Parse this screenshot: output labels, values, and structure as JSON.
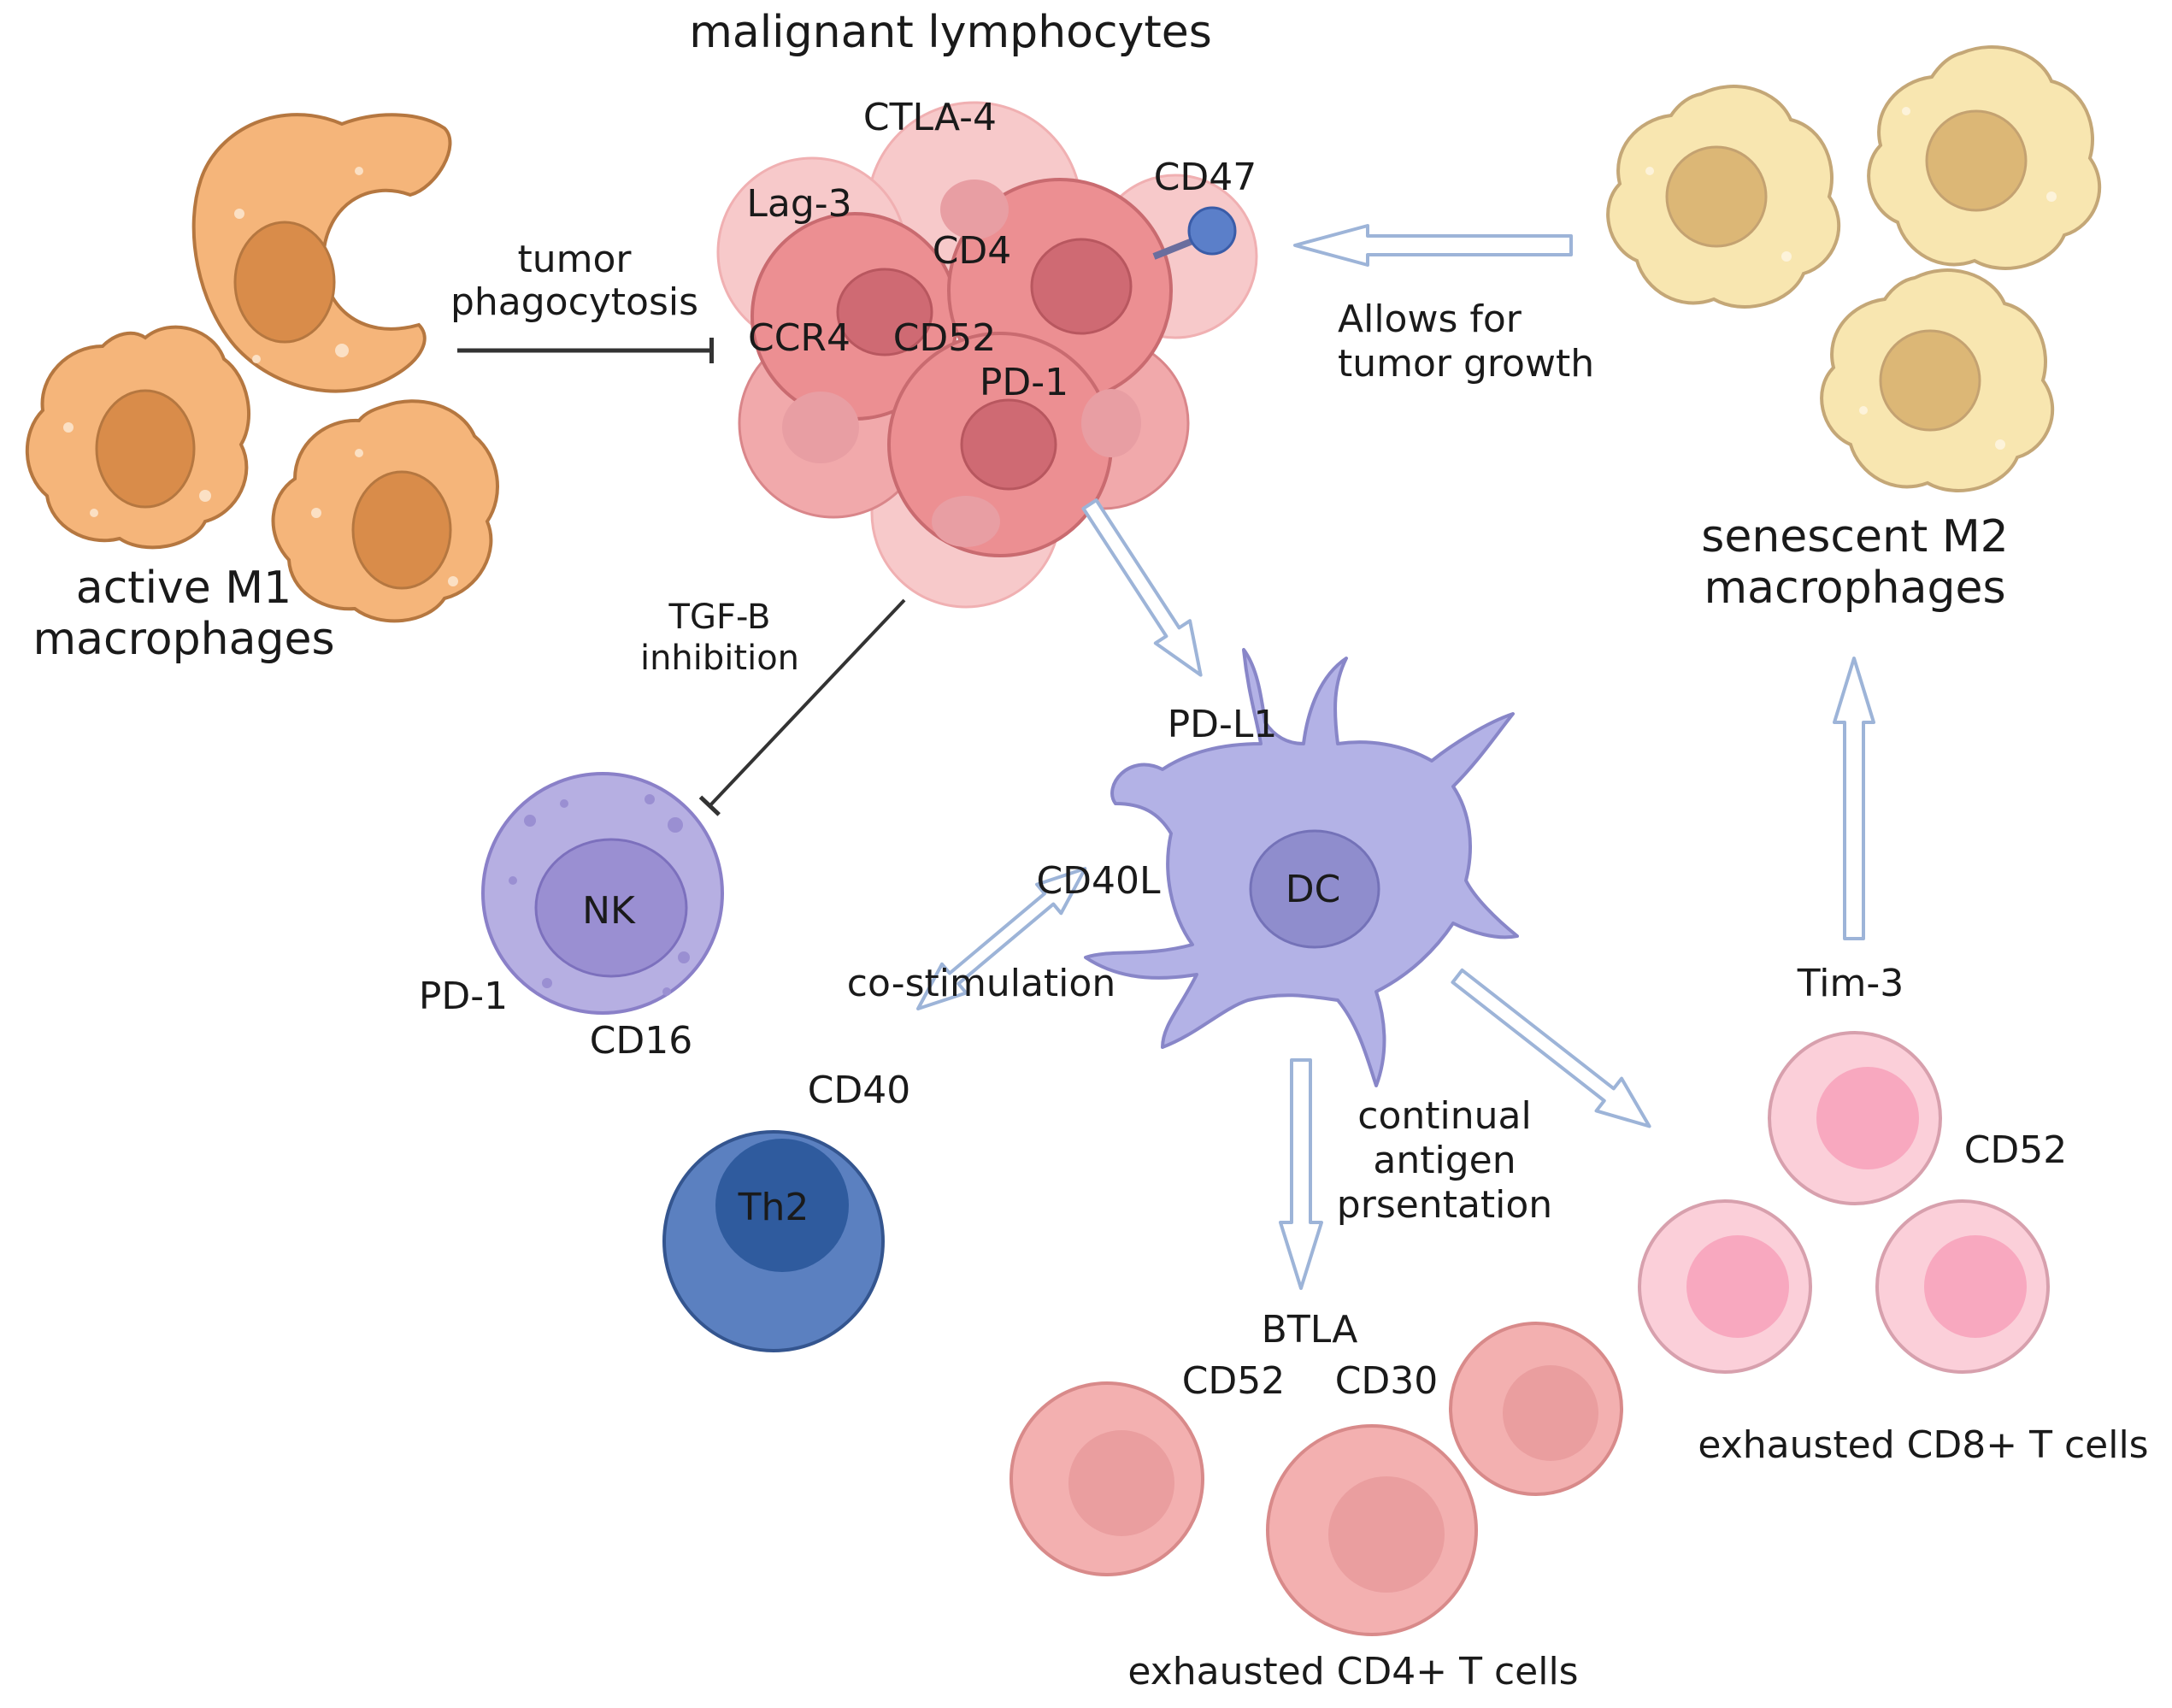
{
  "title": "malignant lymphocytes",
  "markers": {
    "ctla4": "CTLA-4",
    "lag3": "Lag-3",
    "cd47": "CD47",
    "cd4": "CD4",
    "ccr4": "CCR4",
    "cd52": "CD52",
    "pd1_tumor": "PD-1"
  },
  "edges": {
    "tumor_phagocytosis": [
      "tumor",
      "phagocytosis"
    ],
    "allows_growth": [
      "Allows for",
      "tumor growth"
    ],
    "tgfb": [
      "TGF-B",
      "inhibition"
    ],
    "co_stimulation": "co-stimulation",
    "antigen": [
      "continual",
      "antigen",
      "prsentation"
    ]
  },
  "cells": {
    "m1": [
      "active M1",
      "macrophages"
    ],
    "m2": [
      "senescent M2",
      "macrophages"
    ],
    "nk": "NK",
    "nk_pd1": "PD-1",
    "nk_cd16": "CD16",
    "dc": "DC",
    "pdl1": "PD-L1",
    "cd40l": "CD40L",
    "cd40": "CD40",
    "th2": "Th2",
    "tim3": "Tim-3",
    "cd8_cd52": "CD52",
    "cd8_label": "exhausted CD8+ T cells",
    "btla": "BTLA",
    "cd4_cd52": "CD52",
    "cd30": "CD30",
    "cd4_label": "exhausted CD4+ T cells"
  },
  "colors": {
    "m1_body": "#f5b57a",
    "m1_nucleus": "#d98c4a",
    "tumor": "#ec8f92",
    "m2_body": "#f8e6b0",
    "m2_nucleus": "#dcb776",
    "nk": "#b6afe2",
    "dc": "#b3b2e6",
    "th2": "#5b80c0",
    "cd8": "#fbcfd9",
    "cd4": "#f3b0b0",
    "arrow": "#9db4d8"
  }
}
